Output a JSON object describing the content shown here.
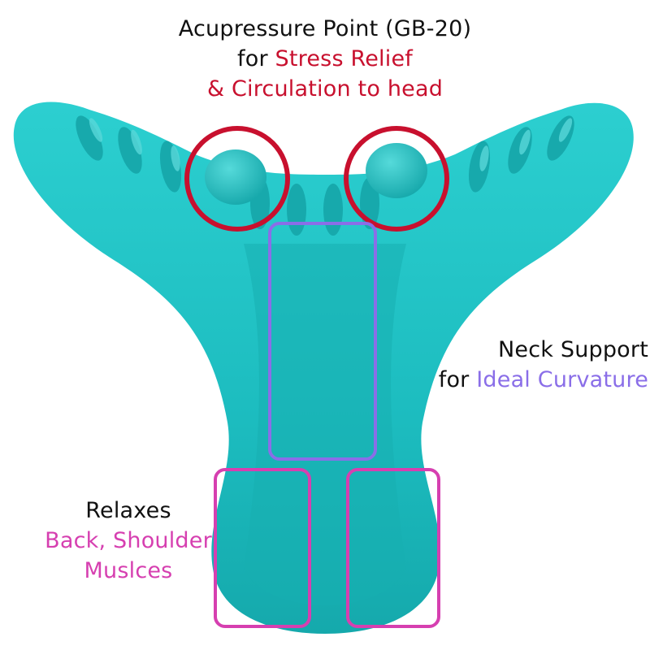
{
  "colors": {
    "product": "#1fbfc2",
    "product_shadow": "#15a3a6",
    "product_highlight": "#5ad9da",
    "acupressure_ring": "#c8102e",
    "neck_frame": "#8a6ee8",
    "relax_frame": "#d63fb0",
    "text_dark": "#111111",
    "text_red": "#c8102e",
    "text_purple": "#8a6ee8",
    "text_pink": "#d63fb0"
  },
  "product": {
    "name": "neck-and-shoulder-relaxer",
    "icon": "cervical-traction-pillow"
  },
  "callouts": {
    "acupressure": {
      "line1": "Acupressure Point (GB-20)",
      "line2_prefix": "for ",
      "line2_highlight": "Stress Relief",
      "line3": "& Circulation to head"
    },
    "neck": {
      "line1": "Neck Support",
      "line2_prefix": "for ",
      "line2_highlight": "Ideal Curvature"
    },
    "relax": {
      "line1": "Relaxes",
      "line2": "Back, Shoulder",
      "line3": "Muslces"
    }
  }
}
